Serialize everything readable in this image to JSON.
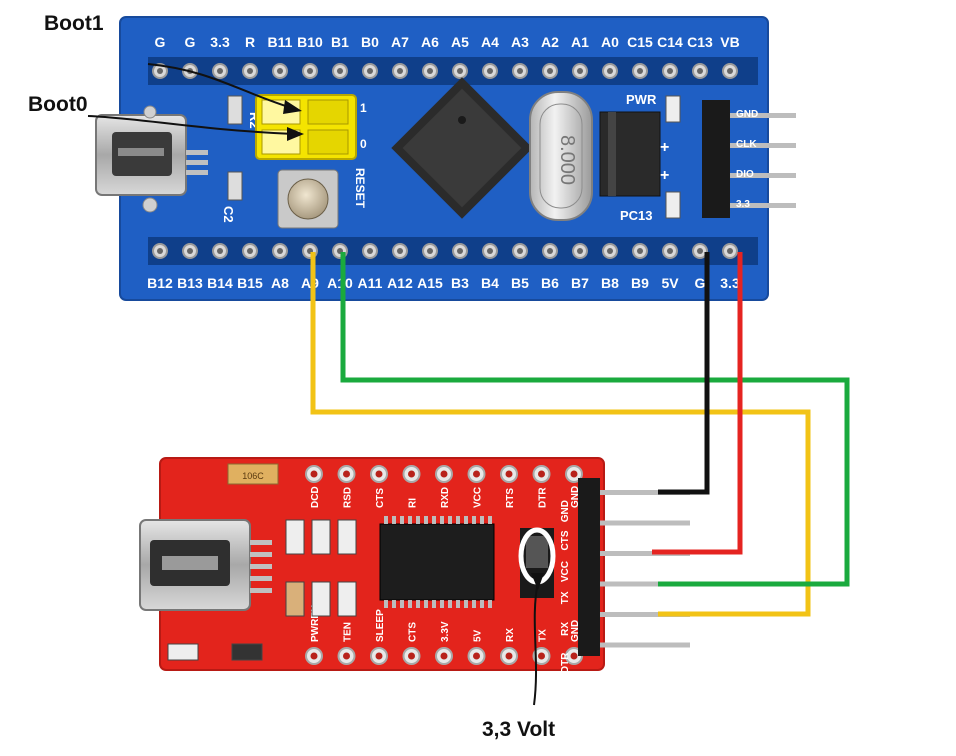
{
  "callouts": {
    "boot1": "Boot1",
    "boot0": "Boot0",
    "volt": "3,3 Volt"
  },
  "blue_board": {
    "top_pins": [
      "G",
      "G",
      "3.3",
      "R",
      "B11",
      "B10",
      "B1",
      "B0",
      "A7",
      "A6",
      "A5",
      "A4",
      "A3",
      "A2",
      "A1",
      "A0",
      "C15",
      "C14",
      "C13",
      "VB"
    ],
    "bottom_pins": [
      "B12",
      "B13",
      "B14",
      "B15",
      "A8",
      "A9",
      "A10",
      "A11",
      "A12",
      "A15",
      "B3",
      "B4",
      "B5",
      "B6",
      "B7",
      "B8",
      "B9",
      "5V",
      "G",
      "3.3"
    ],
    "crystal_text": "8.000",
    "reset_label": "RESET",
    "pwr_label": "PWR",
    "pc13_label": "PC13",
    "r2_label": "R2",
    "c2_label": "C2",
    "jumper_1": "1",
    "jumper_0": "0",
    "header_labels": [
      "GND",
      "CLK",
      "DIO",
      "3.3"
    ],
    "plus_signs": [
      "+",
      "+"
    ]
  },
  "red_board": {
    "top_pins": [
      "DCD",
      "RSD",
      "CTS",
      "RI",
      "RXD",
      "VCC",
      "RTS",
      "DTR",
      "GND"
    ],
    "bottom_pins": [
      "PWREN",
      "TEN",
      "SLEEP",
      "CTS",
      "3.3V",
      "5V",
      "RX",
      "TX",
      "GND"
    ],
    "header_labels": [
      "GND",
      "CTS",
      "VCC",
      "TX",
      "RX",
      "DTR"
    ],
    "cap_text": "106C",
    "jumper_text_3v": "3.3V",
    "jumper_text_5v": "5V"
  },
  "wires": [
    {
      "from": "A9",
      "to": "RX",
      "color": "#f2c316"
    },
    {
      "from": "A10",
      "to": "TX",
      "color": "#1aaa3e"
    },
    {
      "from": "G",
      "to": "GND",
      "color": "#111111"
    },
    {
      "from": "3.3",
      "to": "VCC",
      "color": "#e52421"
    }
  ],
  "colors": {
    "blue_pcb": "#1f5fc4",
    "red_pcb": "#e3241c",
    "jumper": "#f4e400"
  }
}
